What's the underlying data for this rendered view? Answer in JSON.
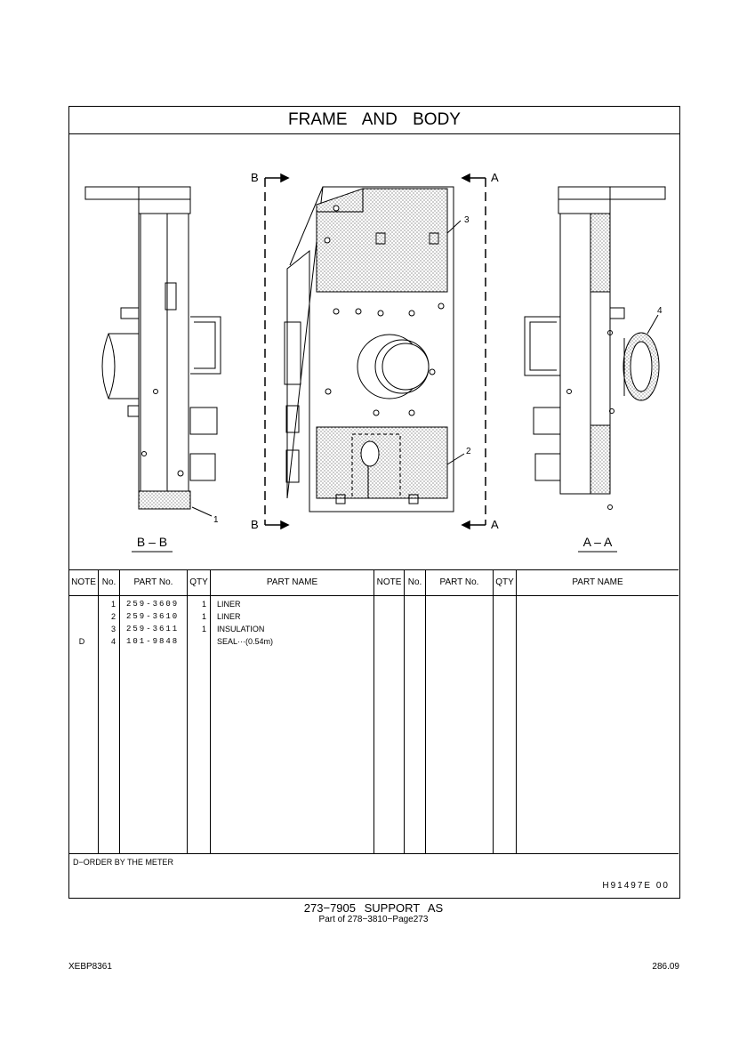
{
  "title": "FRAME AND BODY",
  "views": {
    "left_label": "B – B",
    "right_label": "A – A",
    "section_b": "B",
    "section_a": "A",
    "callouts": [
      "1",
      "2",
      "3",
      "4"
    ]
  },
  "table": {
    "headers": {
      "note": "NOTE",
      "no": "No.",
      "part_no": "PART No.",
      "qty": "QTY",
      "part_name": "PART NAME"
    },
    "rows": [
      {
        "note": "",
        "no": "1",
        "part_no": "259-3609",
        "qty": "1",
        "part_name": "LINER"
      },
      {
        "note": "",
        "no": "2",
        "part_no": "259-3610",
        "qty": "1",
        "part_name": "LINER"
      },
      {
        "note": "",
        "no": "3",
        "part_no": "259-3611",
        "qty": "1",
        "part_name": "INSULATION"
      },
      {
        "note": "D",
        "no": "4",
        "part_no": "101-9848",
        "qty": "",
        "part_name": "SEAL···(0.54m)"
      }
    ]
  },
  "notes_text": "D−ORDER BY THE METER",
  "drawing_number": "H91497E 00",
  "footer": {
    "title": "273−7905 SUPPORT AS",
    "subtitle": "Part of 278−3810−Page273",
    "doc_code": "XEBP8361",
    "page_number": "286.09"
  }
}
